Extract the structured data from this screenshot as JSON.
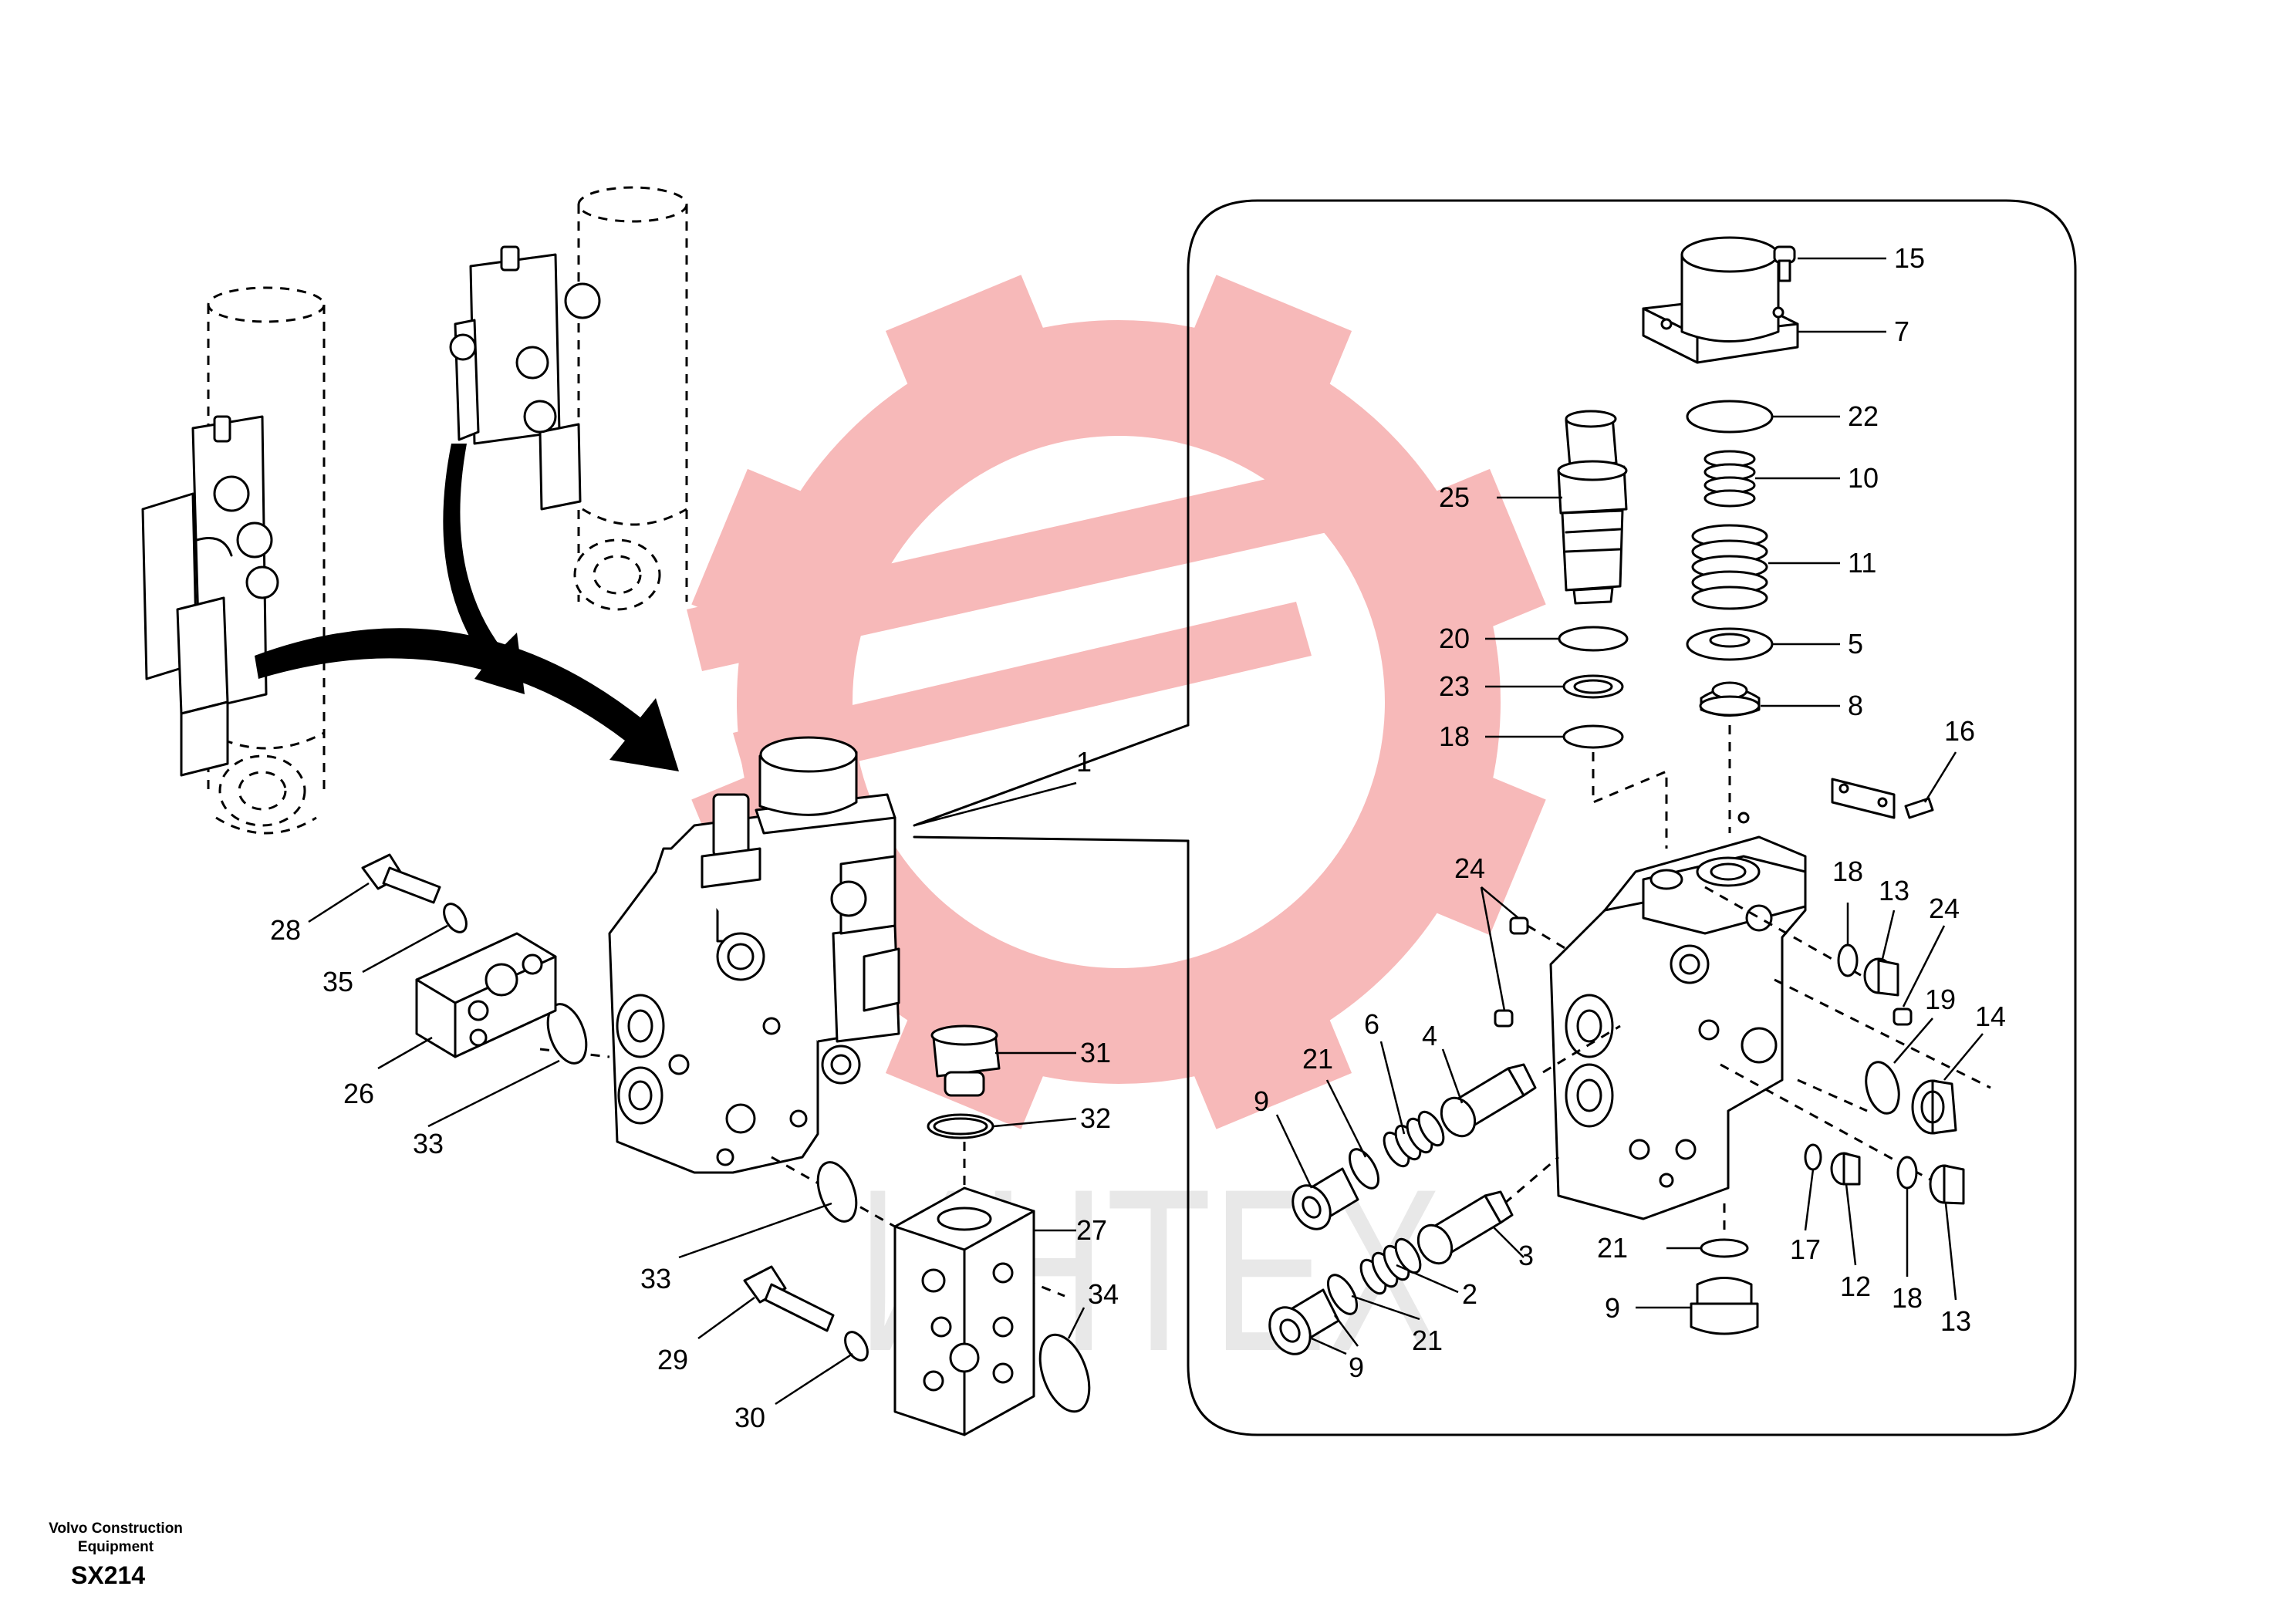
{
  "footer": {
    "company": "Volvo Construction Equipment",
    "code": "SX214"
  },
  "watermark": {
    "text": "ИНТЕХ",
    "gear_color": "#f08080",
    "text_color": "#d9d9d9"
  },
  "callouts": [
    {
      "id": "c1",
      "text": "1"
    },
    {
      "id": "c2",
      "text": "2"
    },
    {
      "id": "c3",
      "text": "3"
    },
    {
      "id": "c4",
      "text": "4"
    },
    {
      "id": "c5",
      "text": "5"
    },
    {
      "id": "c6",
      "text": "6"
    },
    {
      "id": "c7",
      "text": "7"
    },
    {
      "id": "c8",
      "text": "8"
    },
    {
      "id": "c9a",
      "text": "9"
    },
    {
      "id": "c9b",
      "text": "9"
    },
    {
      "id": "c9c",
      "text": "9"
    },
    {
      "id": "c10",
      "text": "10"
    },
    {
      "id": "c11",
      "text": "11"
    },
    {
      "id": "c12",
      "text": "12"
    },
    {
      "id": "c13a",
      "text": "13"
    },
    {
      "id": "c13b",
      "text": "13"
    },
    {
      "id": "c14",
      "text": "14"
    },
    {
      "id": "c15",
      "text": "15"
    },
    {
      "id": "c16",
      "text": "16"
    },
    {
      "id": "c17",
      "text": "17"
    },
    {
      "id": "c18a",
      "text": "18"
    },
    {
      "id": "c18b",
      "text": "18"
    },
    {
      "id": "c18c",
      "text": "18"
    },
    {
      "id": "c19",
      "text": "19"
    },
    {
      "id": "c20",
      "text": "20"
    },
    {
      "id": "c21a",
      "text": "21"
    },
    {
      "id": "c21b",
      "text": "21"
    },
    {
      "id": "c21c",
      "text": "21"
    },
    {
      "id": "c22",
      "text": "22"
    },
    {
      "id": "c23",
      "text": "23"
    },
    {
      "id": "c24a",
      "text": "24"
    },
    {
      "id": "c24b",
      "text": "24"
    },
    {
      "id": "c25",
      "text": "25"
    },
    {
      "id": "c26",
      "text": "26"
    },
    {
      "id": "c27",
      "text": "27"
    },
    {
      "id": "c28",
      "text": "28"
    },
    {
      "id": "c29",
      "text": "29"
    },
    {
      "id": "c30",
      "text": "30"
    },
    {
      "id": "c31",
      "text": "31"
    },
    {
      "id": "c32",
      "text": "32"
    },
    {
      "id": "c33a",
      "text": "33"
    },
    {
      "id": "c33b",
      "text": "33"
    },
    {
      "id": "c34",
      "text": "34"
    },
    {
      "id": "c35",
      "text": "35"
    }
  ]
}
